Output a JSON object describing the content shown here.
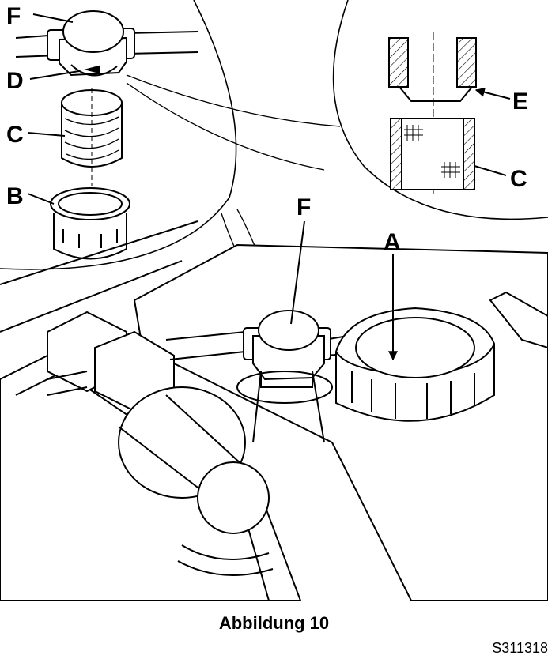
{
  "figure": {
    "labels": {
      "a": "A",
      "b": "B",
      "c_left": "C",
      "c_right": "C",
      "d": "D",
      "e": "E",
      "f_top": "F",
      "f_center": "F"
    },
    "caption": "Abbildung 10",
    "code": "S311318"
  }
}
